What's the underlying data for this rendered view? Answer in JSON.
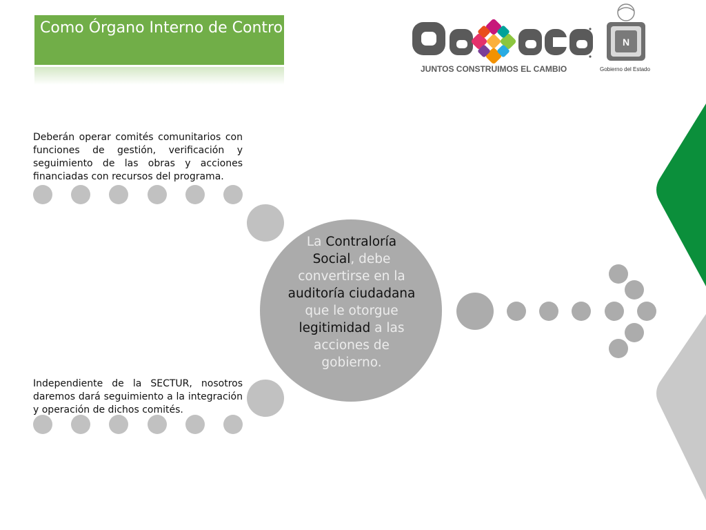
{
  "title": {
    "text": "Como Órgano Interno de Control"
  },
  "logo": {
    "wordmark": "Oaxaca",
    "tagline": "JUNTOS CONSTRUIMOS EL CAMBIO",
    "gov_label": "Gobierno del Estado"
  },
  "left_top": {
    "text": "Deberán operar comités comunitarios con funciones de gestión, verificación y seguimiento de las obras y acciones financiadas con recursos del programa."
  },
  "left_bottom": {
    "text": "Independiente de la SECTUR, nosotros daremos  dará seguimiento a la integración y operación de dichos comités."
  },
  "center": {
    "p1": "La ",
    "k1": "Contraloría Social",
    "p2": ", debe convertirse en la ",
    "k2": "auditoría ciudadana",
    "p3": " que le otorgue ",
    "k3": "legitimidad",
    "p4": " a las acciones de gobierno."
  },
  "colors": {
    "title_green": "#71ae48",
    "side_green": "#0b8f3b",
    "circle_gray": "#ababab",
    "dot_gray": "#c1c1c1",
    "logo_dark": "#5a5a5a"
  }
}
